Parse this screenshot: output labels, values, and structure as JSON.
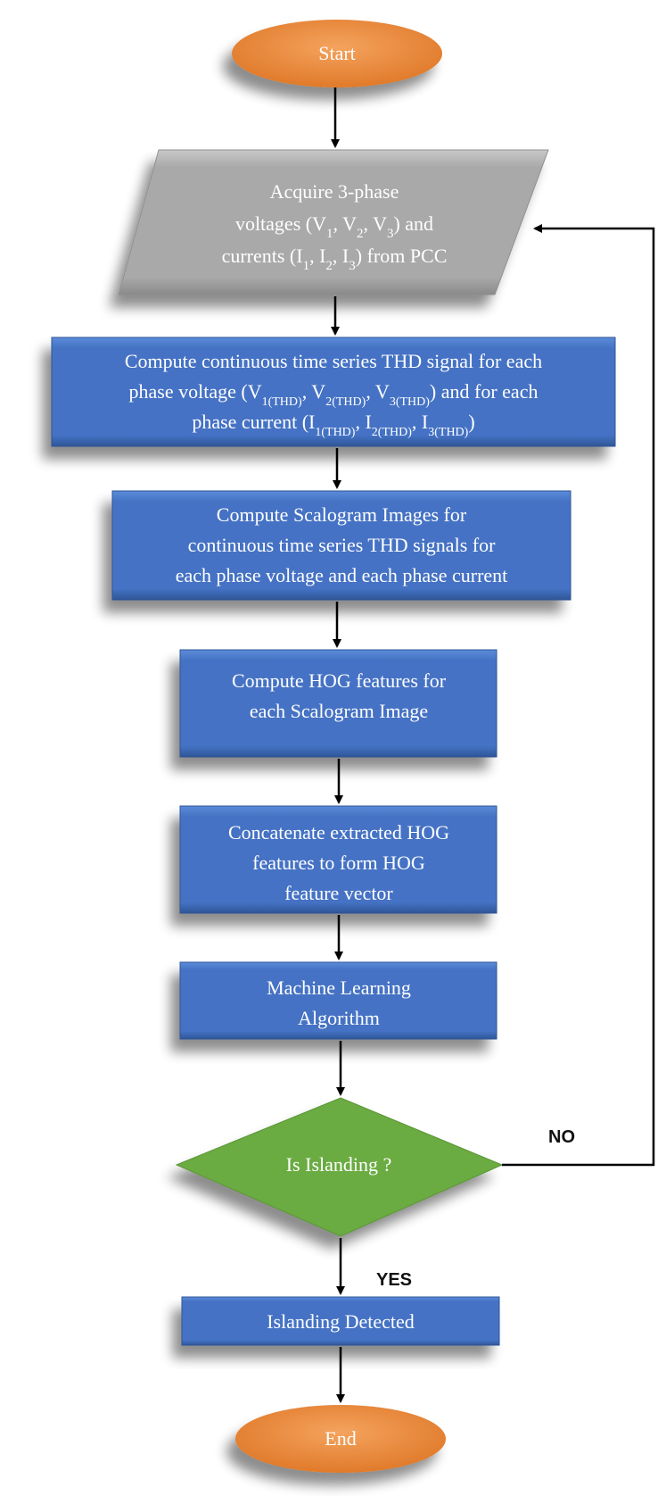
{
  "colors": {
    "terminal": "#ee8a3c",
    "io": "#a9a9a9",
    "process": "#4472c4",
    "decision": "#6bab42",
    "arrow": "#000000"
  },
  "nodes": {
    "start": {
      "label": "Start"
    },
    "acquire": {
      "line1": "Acquire 3-phase",
      "line2": {
        "a": "voltages (V",
        "s1": "1",
        "b": ", V",
        "s2": "2",
        "c": ", V",
        "s3": "3",
        "d": ") and"
      },
      "line3": {
        "a": "currents (I",
        "s1": "1",
        "b": ", I",
        "s2": "2",
        "c": ", I",
        "s3": "3",
        "d": ") from PCC"
      }
    },
    "thd": {
      "line1": "Compute continuous time series THD signal for each",
      "line2": {
        "a": "phase voltage (V",
        "s1": "1(THD)",
        "b": ", V",
        "s2": "2(THD)",
        "c": ", V",
        "s3": "3(THD)",
        "d": ") and for each"
      },
      "line3": {
        "a": "phase current (I",
        "s1": "1(THD)",
        "b": ", I",
        "s2": "2(THD)",
        "c": ", I",
        "s3": "3(THD)",
        "d": ")"
      }
    },
    "scalogram": {
      "lines": [
        "Compute Scalogram Images for",
        "continuous time series THD signals for",
        "each phase voltage and each phase current"
      ]
    },
    "hog": {
      "lines": [
        "Compute HOG features for",
        "each Scalogram Image"
      ]
    },
    "concat": {
      "lines": [
        "Concatenate extracted HOG",
        "features to form HOG",
        "feature vector"
      ]
    },
    "ml": {
      "lines": [
        "Machine Learning",
        "Algorithm"
      ]
    },
    "decision": {
      "label": "Is Islanding ?"
    },
    "detected": {
      "label": "Islanding Detected"
    },
    "end": {
      "label": "End"
    }
  },
  "edges": {
    "no_label": "NO",
    "yes_label": "YES"
  }
}
